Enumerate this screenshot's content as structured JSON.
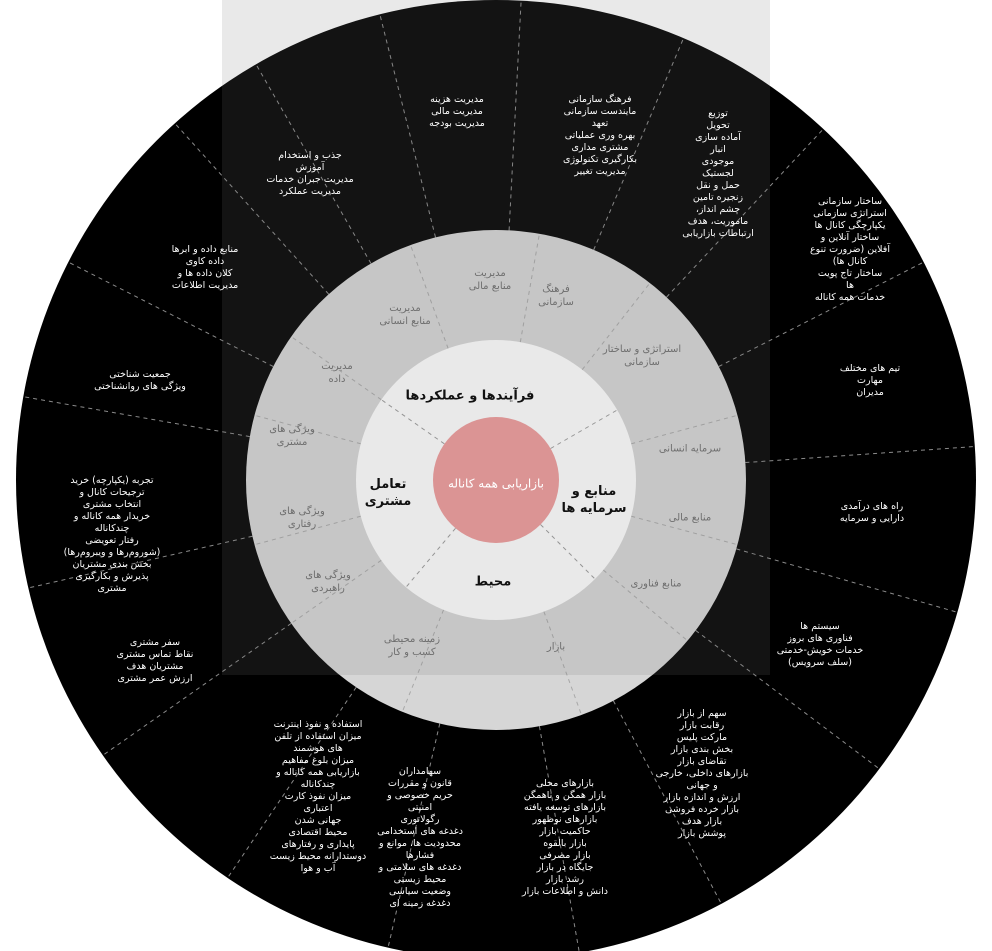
{
  "colors": {
    "outer_ring": "#000000",
    "middle_ring": "#d6d6d6",
    "inner_ring": "#ffffff",
    "core": "#ef9a9a",
    "divider": "#9a9a9a"
  },
  "core": {
    "label": "بازاریابی همه کاناله"
  },
  "inner": [
    {
      "id": "processes",
      "text": "فرآیندها و عملکردها"
    },
    {
      "id": "resources",
      "text": "منابع و\nسرمایه ها"
    },
    {
      "id": "environment",
      "text": "محیط"
    },
    {
      "id": "customer",
      "text": "تعامل\nمشتری"
    }
  ],
  "middle": [
    {
      "id": "financial",
      "text": "مدیریت\nمنابع مالی"
    },
    {
      "id": "culture",
      "text": "فرهنگ\nسازمانی"
    },
    {
      "id": "hr-mgmt",
      "text": "مدیریت\nمنابع انسانی"
    },
    {
      "id": "strategy",
      "text": "استراتژی و ساختار\nسازمانی"
    },
    {
      "id": "data-mgmt",
      "text": "مدیریت\nداده"
    },
    {
      "id": "human-capital",
      "text": "سرمایه انسانی"
    },
    {
      "id": "cust-features",
      "text": "ویژگی های\nمشتری"
    },
    {
      "id": "fin-resources",
      "text": "منابع مالی"
    },
    {
      "id": "behavior",
      "text": "ویژگی های\nرفتاری"
    },
    {
      "id": "tech",
      "text": "منابع فناوری"
    },
    {
      "id": "situational",
      "text": "ویژگی های\nراهبردی"
    },
    {
      "id": "business-env",
      "text": "زمینه محیطی\nکسب و کار"
    },
    {
      "id": "market",
      "text": "بازار"
    }
  ],
  "outer": [
    {
      "id": "finance",
      "text": "مدیریت هزینه\nمدیریت مالی\nمدیریت بودجه"
    },
    {
      "id": "culture",
      "text": "فرهنگ سازمانی\nمایندست سازمانی\nتعهد\nبهره وری عملیاتی\nمشتری مداری\nبکارگیری تکنولوژی\nمدیریت تغییر"
    },
    {
      "id": "logistics",
      "text": "توزیع\nتحویل\nآماده سازی\nانبار\nموجودی\nلجستیک\nحمل و نقل\nزنجیره تامین\nچشم انداز،\nماموریت، هدف\nارتباطات بازاریابی"
    },
    {
      "id": "hr",
      "text": "جذب و استخدام\nآموزش\nمدیریت جبران خدمات\nمدیریت عملکرد"
    },
    {
      "id": "structure",
      "text": "ساختار سازمانی\nاستراتژی سازمانی\nیکپارچگی کانال ها\nساختار آنلاین و\nآفلاین (ضرورت تنوع\nکانال ها)\nساختار تاج پویت\nها\nخدمات همه کاناله"
    },
    {
      "id": "data",
      "text": "منابع داده و ابرها\nداده کاوی\nکلان داده ها و\nمدیریت اطلاعات"
    },
    {
      "id": "teams",
      "text": "تیم های مختلف\nمهارت\nمدیران"
    },
    {
      "id": "demographics",
      "text": "جمعیت شناختی\nویژگی های روانشناختی"
    },
    {
      "id": "revenue",
      "text": "راه های درآمدی\nدارایی و سرمایه"
    },
    {
      "id": "experience",
      "text": "تجربه (یکپارچه) خرید\nترجیحات کانال و\nانتخاب مشتری\nخریدار همه کاناله و\nچندکاناله\nرفتار تعویضی\n(شوروم‌رها و ویبروم‌رها)\nبخش بندی مشتریان\nپذیرش و بکارگیری\nمشتری"
    },
    {
      "id": "systems",
      "text": "سیستم ها\nفناوری های بروز\nخدمات خویش-خدمتی\n(سلف سرویس)"
    },
    {
      "id": "journey",
      "text": "سفر مشتری\nنقاط تماس مشتری\nمشتریان هدف\nارزش عمر مشتری"
    },
    {
      "id": "internet",
      "text": "استفاده و نفوذ اینترنت\nمیزان استفاده از تلفن\nهای هوشمند\nمیزان بلوغ مفاهیم\nبازاریابی همه کاناله و\nچندکاناله\nمیزان نفوذ کارت\nاعتباری\nجهانی شدن\nمحیط اقتصادی\nپایداری و رفتارهای\nدوستدارانه محیط زیست\nآب و هوا"
    },
    {
      "id": "law",
      "text": "سهامداران\nقانون و مقررات\nحریم خصوصی و\nامنیتی\nرگولاتوری\nدغدغه های استخدامی\nمحدودیت ها، موانع و\nفشارها\nدغدغه های سلامتی و\nمحیط زیستی\nوضعیت سیاسی\nدغدغه زمینه ای"
    },
    {
      "id": "markets",
      "text": "بازارهای محلی\nبازار همگن و ناهمگن\nبازارهای توسعه یافته\nبازارهای نوظهور\nحاکمیت بازار\nبازار بالقوه\nبازار مصرفی\nجایگاه در بازار\nرشد بازار\nدانش و اطلاعات بازار"
    },
    {
      "id": "share",
      "text": "سهم از بازار\nرقابت بازار\nمارکت پلیس\nبخش بندی بازار\nتقاضای بازار\nبازارهای داخلی، خارجی\nو جهانی\nارزش و اندازه بازار\nبازار خرده فروشی\nبازار هدف\nپوشش بازار"
    }
  ]
}
